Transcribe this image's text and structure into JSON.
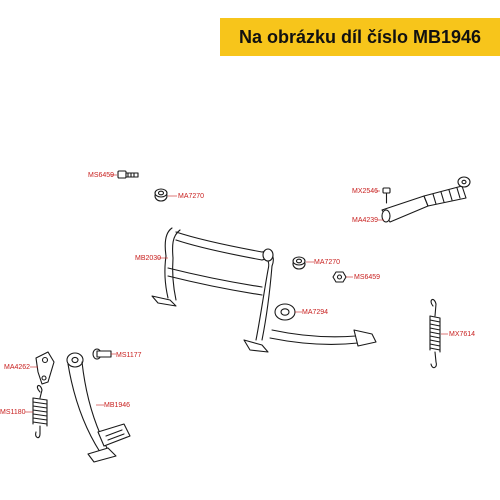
{
  "header": {
    "title": "Na obrázku díl číslo MB1946"
  },
  "colors": {
    "banner": "#f7c51b",
    "label": "#c8201f",
    "line": "#1a1a1a"
  },
  "labels": {
    "ms6459_top": "MS6459",
    "ma7270_top": "MA7270",
    "mx2546": "MX2546",
    "ma4239": "MA4239",
    "mb2030": "MB2030",
    "ma7270_mid": "MA7270",
    "ms6459_mid": "MS6459",
    "ma7294": "MA7294",
    "mx7614": "MX7614",
    "ma4262": "MA4262",
    "ms1177": "MS1177",
    "mb1946": "MB1946",
    "ms1180": "MS1180"
  }
}
